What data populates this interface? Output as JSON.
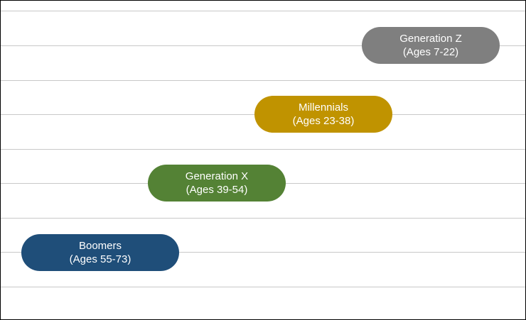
{
  "generations": [
    {
      "id": "genz",
      "name": "Generation Z",
      "ages": "(Ages 7-22)",
      "color": "#7f7f7f"
    },
    {
      "id": "mill",
      "name": "Millennials",
      "ages": "(Ages 23-38)",
      "color": "#c09300"
    },
    {
      "id": "genx",
      "name": "Generation X",
      "ages": "(Ages 39-54)",
      "color": "#548235"
    },
    {
      "id": "boom",
      "name": "Boomers",
      "ages": "(Ages 55-73)",
      "color": "#1f4e79"
    }
  ],
  "colors": {
    "gridline": "#c8c8c8",
    "background": "#ffffff"
  }
}
